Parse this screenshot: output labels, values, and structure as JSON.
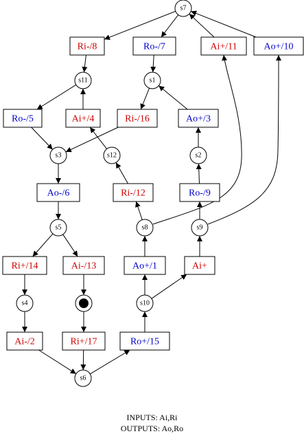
{
  "colors": {
    "input_signal": "#cc0000",
    "output_signal": "#0000cc",
    "line": "#000000"
  },
  "places": [
    {
      "id": "s7",
      "label": "s7"
    },
    {
      "id": "s11",
      "label": "s11"
    },
    {
      "id": "s1",
      "label": "s1"
    },
    {
      "id": "s3",
      "label": "s3"
    },
    {
      "id": "s12",
      "label": "s12"
    },
    {
      "id": "s2",
      "label": "s2"
    },
    {
      "id": "s5",
      "label": "s5"
    },
    {
      "id": "s8",
      "label": "s8"
    },
    {
      "id": "s9",
      "label": "s9"
    },
    {
      "id": "s4",
      "label": "s4"
    },
    {
      "id": "m",
      "label": "",
      "marked": true
    },
    {
      "id": "s10",
      "label": "s10"
    },
    {
      "id": "s6",
      "label": "s6"
    }
  ],
  "transitions": [
    {
      "id": "t_ri8",
      "label": "Ri-/8",
      "kind": "input"
    },
    {
      "id": "t_ro7",
      "label": "Ro-/7",
      "kind": "output"
    },
    {
      "id": "t_ai11",
      "label": "Ai+/11",
      "kind": "input"
    },
    {
      "id": "t_ao10",
      "label": "Ao+/10",
      "kind": "output"
    },
    {
      "id": "t_ro5",
      "label": "Ro-/5",
      "kind": "output"
    },
    {
      "id": "t_ai4",
      "label": "Ai+/4",
      "kind": "input"
    },
    {
      "id": "t_ri16",
      "label": "Ri-/16",
      "kind": "input"
    },
    {
      "id": "t_ao3",
      "label": "Ao+/3",
      "kind": "output"
    },
    {
      "id": "t_ao6",
      "label": "Ao-/6",
      "kind": "output"
    },
    {
      "id": "t_ri12",
      "label": "Ri-/12",
      "kind": "input"
    },
    {
      "id": "t_ro9",
      "label": "Ro-/9",
      "kind": "output"
    },
    {
      "id": "t_ri14",
      "label": "Ri+/14",
      "kind": "input"
    },
    {
      "id": "t_ai13",
      "label": "Ai-/13",
      "kind": "input"
    },
    {
      "id": "t_ao1",
      "label": "Ao+/1",
      "kind": "output"
    },
    {
      "id": "t_ai",
      "label": "Ai+",
      "kind": "input"
    },
    {
      "id": "t_ai2",
      "label": "Ai-/2",
      "kind": "input"
    },
    {
      "id": "t_ri17",
      "label": "Ri+/17",
      "kind": "input"
    },
    {
      "id": "t_ro15",
      "label": "Ro+/15",
      "kind": "output"
    }
  ],
  "edges": [
    [
      "s7",
      "t_ri8"
    ],
    [
      "s7",
      "t_ro7"
    ],
    [
      "t_ai11",
      "s7"
    ],
    [
      "t_ao10",
      "s7"
    ],
    [
      "t_ri8",
      "s11"
    ],
    [
      "t_ro7",
      "s1"
    ],
    [
      "s11",
      "t_ro5"
    ],
    [
      "t_ai4",
      "s11"
    ],
    [
      "s1",
      "t_ri16"
    ],
    [
      "t_ao3",
      "s1"
    ],
    [
      "t_ro5",
      "s3"
    ],
    [
      "t_ri16",
      "s3"
    ],
    [
      "s3",
      "t_ao6"
    ],
    [
      "t_ao6",
      "s5"
    ],
    [
      "s12",
      "t_ai4"
    ],
    [
      "t_ri12",
      "s12"
    ],
    [
      "s2",
      "t_ao3"
    ],
    [
      "t_ro9",
      "s2"
    ],
    [
      "s5",
      "t_ri14"
    ],
    [
      "s5",
      "t_ai13"
    ],
    [
      "s8",
      "t_ri12"
    ],
    [
      "s9",
      "t_ro9"
    ],
    [
      "s8",
      "t_ai11"
    ],
    [
      "s9",
      "t_ao10"
    ],
    [
      "t_ri14",
      "s4"
    ],
    [
      "t_ai13",
      "m"
    ],
    [
      "t_ao1",
      "s8"
    ],
    [
      "t_ai",
      "s9"
    ],
    [
      "s4",
      "t_ai2"
    ],
    [
      "m",
      "t_ri17"
    ],
    [
      "s10",
      "t_ao1"
    ],
    [
      "s10",
      "t_ai"
    ],
    [
      "t_ai2",
      "s6"
    ],
    [
      "t_ri17",
      "s6"
    ],
    [
      "t_ro15",
      "s10"
    ],
    [
      "s6",
      "t_ro15"
    ]
  ],
  "legend": {
    "inputs": "INPUTS:  Ai,Ri",
    "outputs": "OUTPUTS:  Ao,Ro"
  }
}
